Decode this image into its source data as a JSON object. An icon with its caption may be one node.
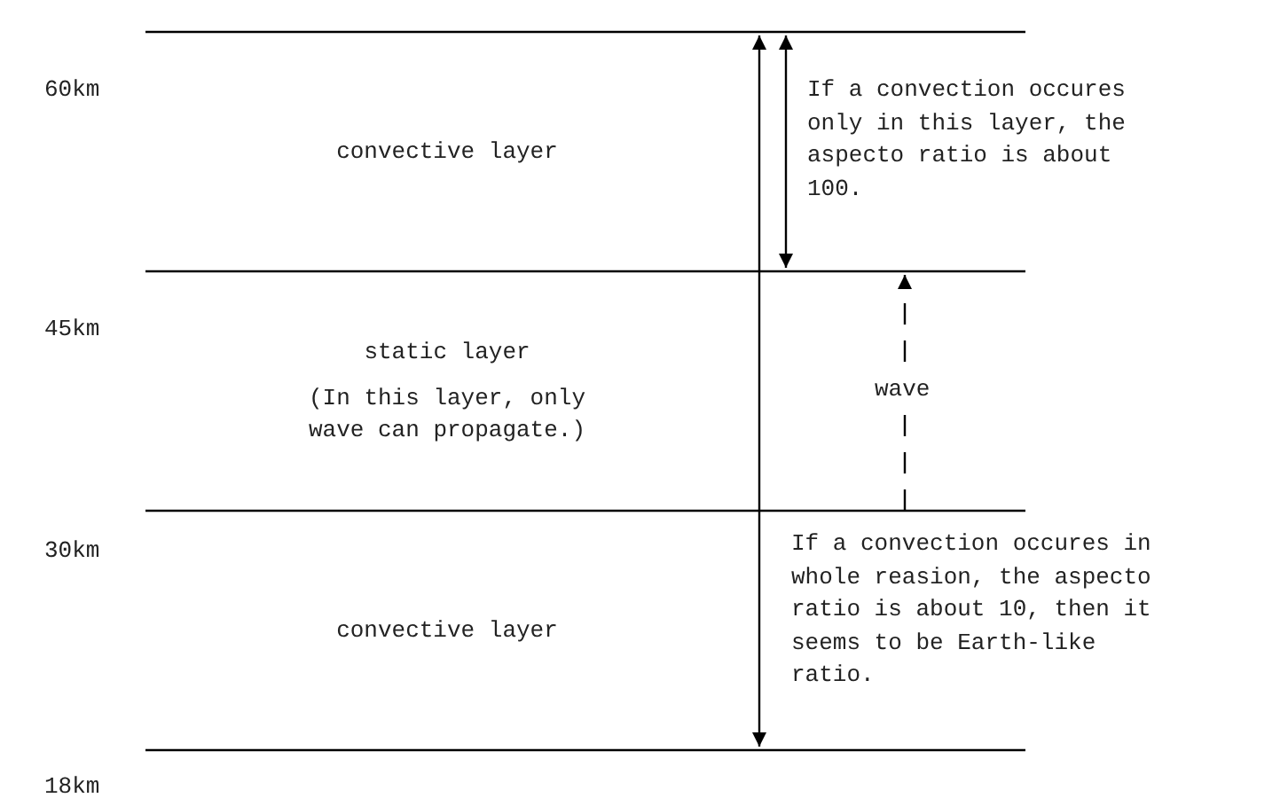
{
  "diagram": {
    "nodes": [
      {
        "text": [
          "convective layer"
        ]
      },
      {
        "text": [
          "static layer",
          "(In this layer, only wave can propagate.)"
        ]
      },
      {
        "text": [
          "convective layer"
        ]
      }
    ],
    "labels": [
      "60km",
      "If a convection occures only in this layer, the aspecto ratio is about 100.",
      "45km",
      "wave",
      "30km",
      "If a convection occures in whole reasion, the aspecto ratio is about 10, then it seems to be Earth-like ratio.",
      "18km"
    ]
  }
}
